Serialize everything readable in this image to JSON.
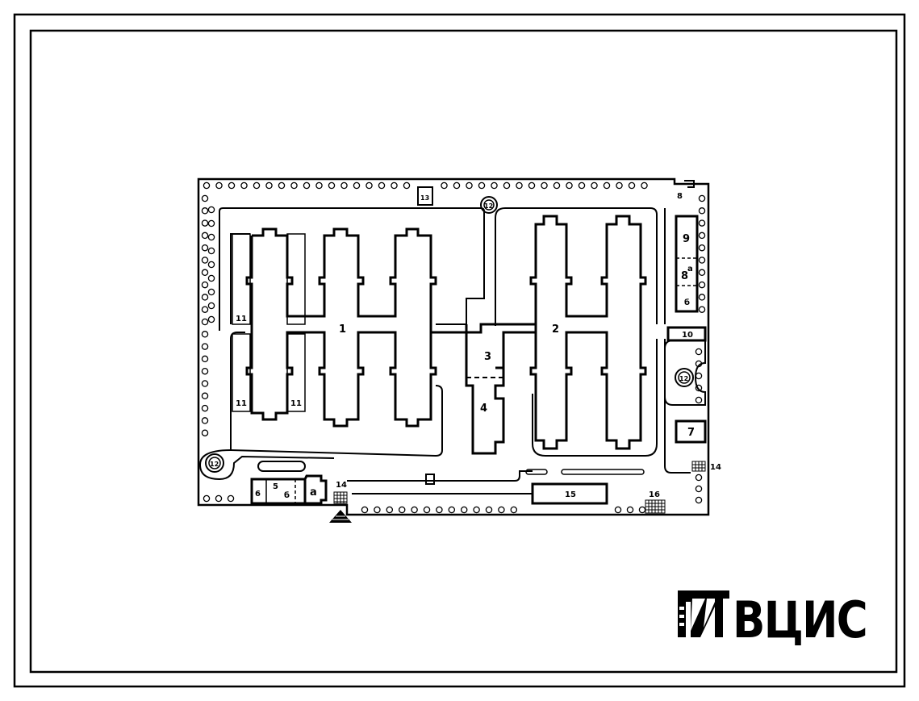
{
  "labels": {
    "b1": "1",
    "b2": "2",
    "b3": "3",
    "b4": "4",
    "b5": "5",
    "b5a": "а",
    "b5b": "б",
    "b6": "6",
    "b7": "7",
    "b8top": "8",
    "b8a": "8",
    "b8a_sup": "а",
    "b8b": "б",
    "b9": "9",
    "b10": "10",
    "b11a": "11",
    "b11b": "11",
    "b11c": "11",
    "b12a": "12",
    "b12b": "12",
    "b12c": "12",
    "b13": "13",
    "b14a": "14",
    "b14b": "14",
    "b15": "15",
    "b16": "16"
  },
  "logo": {
    "text": "ВЦИС"
  },
  "colors": {
    "ink": "#000000",
    "paper": "#ffffff"
  }
}
